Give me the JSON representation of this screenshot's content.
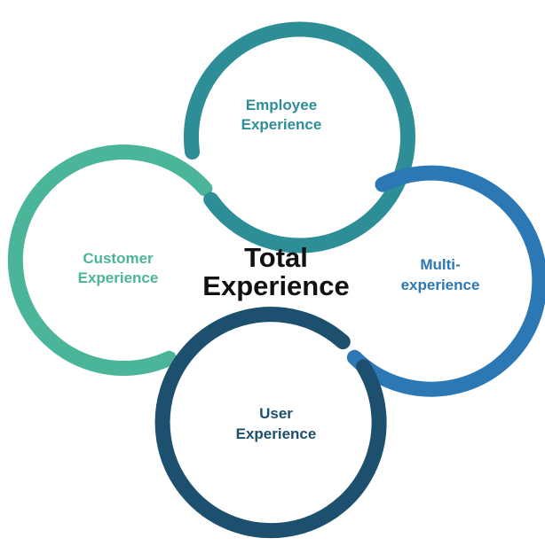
{
  "diagram": {
    "center": {
      "line1": "Total",
      "line2": "Experience"
    },
    "rings": {
      "employee": {
        "line1": "Employee",
        "line2": "Experience",
        "color": "#2E8E98"
      },
      "multi": {
        "line1": "Multi-",
        "line2": "experience",
        "color": "#2B78B4"
      },
      "user": {
        "line1": "User",
        "line2": "Experience",
        "color": "#1D4F6E"
      },
      "customer": {
        "line1": "Customer",
        "line2": "Experience",
        "color": "#4BB59A"
      }
    }
  }
}
